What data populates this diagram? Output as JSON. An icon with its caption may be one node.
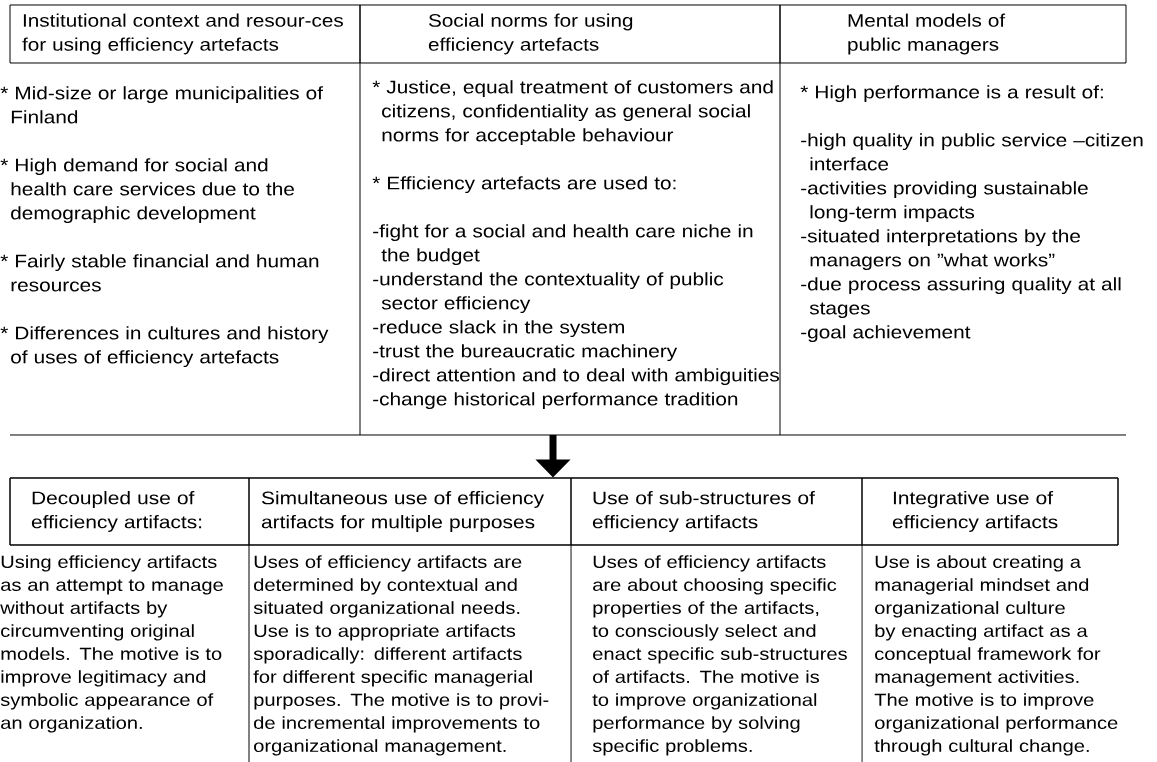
{
  "diagram": {
    "nodes": [
      {
        "text": [
          "Institutional context and resour-ces for using efficiency artefacts"
        ],
        "beside": [
          "* Mid-size or large municipalities of Finland",
          "* High demand for social and health care services due to the demographic development",
          "* Fairly stable financial and human resources",
          "* Differences in cultures and history of uses of efficiency artefacts"
        ]
      },
      {
        "text": [
          "Social norms for using efficiency artefacts"
        ],
        "beside": [
          "* Justice, equal treatment of customers and citizens, confidentiality as general social norms for acceptable behaviour",
          "* Efficiency artefacts are used to:",
          "-fight for a social and health care niche in the budget",
          "-understand the contextuality of public sector efficiency",
          "-reduce slack in the system",
          "-trust the bureaucratic machinery",
          "-direct attention and to deal with ambiguities",
          "-change historical performance tradition"
        ]
      },
      {
        "text": [
          "Mental models of public managers"
        ],
        "beside": [
          "* High performance is a result of:",
          "-high quality in public service –citizen interface",
          "-activities providing sustainable long-term impacts",
          "-situated interpretations by the managers on ”what works”",
          "-due process assuring quality at all stages",
          "-goal achievement"
        ]
      },
      {
        "text": [],
        "shape": "box"
      },
      {
        "text": [
          "Decoupled use of efficiency artifacts:"
        ],
        "in": 3,
        "beside": [
          "Using efficiency artifacts as an attempt to manage without artifacts by circumventing original models. The motive is to improve legitimacy and symbolic appearance of an organization."
        ]
      },
      {
        "text": [
          "Simultaneous use of efficiency artifacts for multiple purposes"
        ],
        "in": 3,
        "beside": [
          "Uses of efficiency artifacts are determined by contextual and situated organizational needs. Use is to appropriate artifacts sporadically: different artifacts for different specific managerial purposes. The motive is to provi-de incremental improvements to organizational management."
        ]
      },
      {
        "text": [
          "Use of sub-structures of efficiency artifacts"
        ],
        "in": 3,
        "beside": [
          "Uses of efficiency artifacts are about choosing specific properties of the artifacts, to consciously select and enact specific sub-structures of artifacts. The motive is to improve organizational performance by solving specific problems."
        ]
      },
      {
        "text": [
          "Integrative use of efficiency artifacts"
        ],
        "in": 3,
        "beside": [
          "Use is about creating a managerial mindset and organizational culture by enacting artifact as a conceptual framework for management activities. The motive is to improve organizational performance through cultural change."
        ]
      }
    ],
    "edges": [
      {
        "from": null,
        "to": 3,
        "arrow": "to"
      }
    ]
  }
}
